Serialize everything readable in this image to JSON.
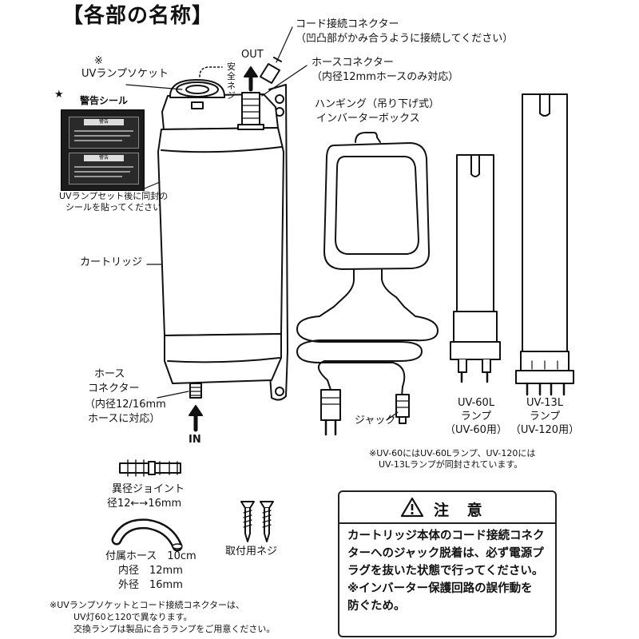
{
  "title": "【各部の名称】",
  "labels": {
    "cord_connector": "コード接続コネクター",
    "cord_connector_note": "（凹凸部がかみ合うように接続してください）",
    "out": "OUT",
    "hose_connector_top": "ホースコネクター",
    "hose_connector_top_note": "（内径12mmホースのみ対応）",
    "uv_socket_mark": "※",
    "uv_socket": "UVランプソケット",
    "safety_screw": "安全ネジ",
    "warning_star": "★",
    "warning_seal": "警告シール",
    "seal_note_1": "UVランプセット後に同封の",
    "seal_note_2": "シールを貼ってください",
    "hanging_1": "ハンギング（吊り下げ式）",
    "hanging_2": "インバーターボックス",
    "cartridge": "カートリッジ",
    "hose_bottom_1": "ホース",
    "hose_bottom_2": "コネクター",
    "hose_bottom_3": "（内径12/16mm",
    "hose_bottom_4": "ホースに対応）",
    "in": "IN",
    "jack": "ジャック",
    "lamp60_name": "UV-60L",
    "lamp60_type": "ランプ",
    "lamp60_use": "（UV-60用）",
    "lamp13_name": "UV-13L",
    "lamp13_type": "ランプ",
    "lamp13_use": "（UV-120用）",
    "lamp_note_1": "※UV-60にはUV-60Lランプ、UV-120には",
    "lamp_note_2": "UV-13Lランプが同封されています。",
    "joint_1": "異径ジョイント",
    "joint_2": "径12←→16mm",
    "screws": "取付用ネジ",
    "hose_acc_1": "付属ホース　10cm",
    "hose_acc_2": "内径　12mm",
    "hose_acc_3": "外径　16mm",
    "footnote_1": "※UVランプソケットとコード接続コネクターは、",
    "footnote_2": "UV灯60と120で異なります。",
    "footnote_3": "交換ランプは製品に合うランプをご用意ください。"
  },
  "warning_label_heads": [
    "警告",
    "警告"
  ],
  "caution": {
    "title": "注 意",
    "lines": [
      "カートリッジ本体のコード接続コネク",
      "ターへのジャック脱着は、必ず電源プ",
      "ラグを抜いた状態で行ってください。",
      "※インバーター保護回路の誤作動を",
      "防ぐため。"
    ]
  }
}
